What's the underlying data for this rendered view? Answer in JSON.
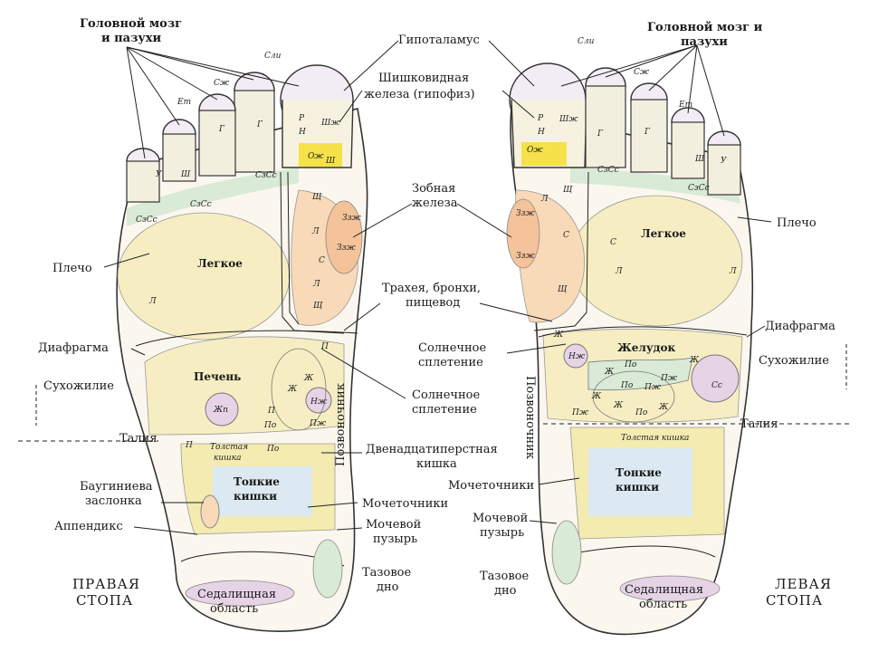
{
  "labels": {
    "brain_left": "Головной мозг",
    "brain_left_2": "и пазухи",
    "brain_right": "Головной мозг и",
    "brain_right_2": "пазухи",
    "hypothalamus": "Гипоталамус",
    "pineal_1": "Шишковидная",
    "pineal_2": "железа (гипофиз)",
    "thyroid_1": "Зобная",
    "thyroid_2": "железа",
    "shoulder_left": "Плечо",
    "shoulder_right": "Плечо",
    "lung_left": "Легкое",
    "lung_right": "Легкое",
    "trachea_1": "Трахея, бронхи,",
    "trachea_2": "пищевод",
    "diaphragm_left": "Диафрагма",
    "diaphragm_right": "Диафрагма",
    "solar_right_1": "Солнечное",
    "solar_right_2": "сплетение",
    "solar_left_1": "Солнечное",
    "solar_left_2": "сплетение",
    "stomach": "Желудок",
    "tendon_left": "Сухожилие",
    "tendon_right": "Сухожилие",
    "liver": "Печень",
    "spine_left": "Позвоночник",
    "spine_right": "Позвоночник",
    "waist_left": "Талия",
    "waist_right": "Талия",
    "colon_left_1": "Толстая",
    "colon_left_2": "кишка",
    "colon_right": "Толстая кишка",
    "duodenum_1": "Двенадцатиперстная",
    "duodenum_2": "кишка",
    "bauhin_1": "Баугиниева",
    "bauhin_2": "заслонка",
    "small_left_1": "Тонкие",
    "small_left_2": "кишки",
    "small_right_1": "Тонкие",
    "small_right_2": "кишки",
    "ureters_left": "Мочеточники",
    "ureters_right": "Мочеточники",
    "appendix": "Аппендикс",
    "bladder_left_1": "Мочевой",
    "bladder_left_2": "пузырь",
    "bladder_right_1": "Мочевой",
    "bladder_right_2": "пузырь",
    "pelvic_left_1": "Тазовое",
    "pelvic_left_2": "дно",
    "pelvic_right_1": "Тазовое",
    "pelvic_right_2": "дно",
    "sciatic_left_1": "Седалищная",
    "sciatic_left_2": "область",
    "sciatic_right_1": "Седалищная",
    "sciatic_right_2": "область",
    "right_foot_1": "ПРАВАЯ",
    "right_foot_2": "СТОПА",
    "left_foot_1": "ЛЕВАЯ",
    "left_foot_2": "СТОПА"
  },
  "marks": {
    "sli": "Сли",
    "szh": "Сж",
    "et": "Ет",
    "u": "У",
    "sh": "Ш",
    "g": "Г",
    "r": "Р",
    "n": "Н",
    "shzh": "Шж",
    "ozh": "Ож",
    "szsg": "СзСс",
    "shch": "Щ",
    "zzh": "Ззж",
    "l": "Л",
    "s": "С",
    "p": "П",
    "zh": "Ж",
    "nzh": "Нж",
    "zhp": "Жп",
    "po": "По",
    "pzh": "Пж",
    "ss": "Сс"
  },
  "colors": {
    "lung": "#f6eec2",
    "organ": "#f8d9b8",
    "thyroid": "#f4c39a",
    "yellow": "#f5e14a",
    "band": "#d9ead6",
    "intestine": "#f3ebb0",
    "blue": "#dce9f3",
    "purple": "#e6d3e6"
  }
}
